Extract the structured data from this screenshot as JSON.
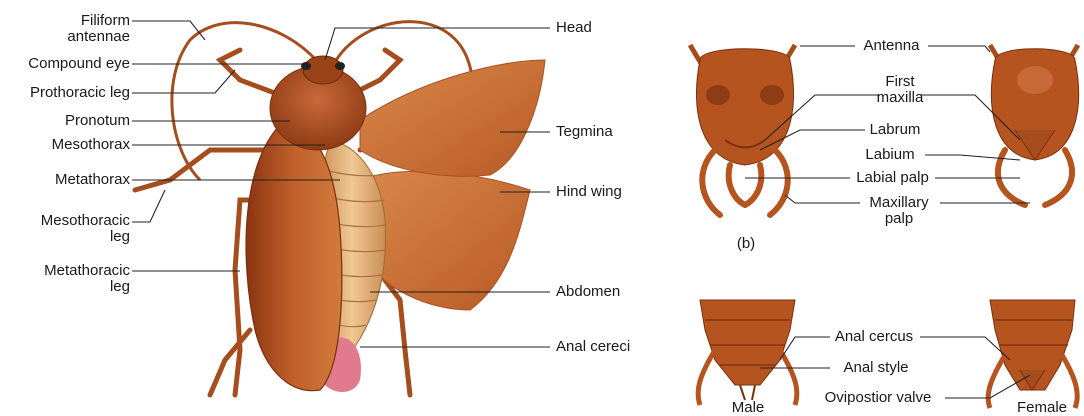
{
  "labels": {
    "filiform_antennae": "Filiform\nantennae",
    "compound_eye": "Compound eye",
    "prothoracic_leg": "Prothoracic leg",
    "pronotum": "Pronotum",
    "mesothorax": "Mesothorax",
    "metathorax": "Metathorax",
    "mesothoracic_leg": "Mesothoracic\nleg",
    "metathoracic_leg": "Metathoracic\nleg",
    "head": "Head",
    "tegmina": "Tegmina",
    "hind_wing": "Hind wing",
    "abdomen": "Abdomen",
    "anal_cereci": "Anal cereci",
    "antenna": "Antenna",
    "first_maxilla": "First\nmaxilla",
    "labrum": "Labrum",
    "labium": "Labium",
    "labial_palp": "Labial palp",
    "maxillary_palp": "Maxillary\npalp",
    "panel_b": "(b)",
    "anal_cercus": "Anal cercus",
    "anal_style": "Anal style",
    "ovipostior_valve": "Ovipostior valve",
    "male": "Male",
    "female": "Female"
  },
  "colors": {
    "body": "#b5541f",
    "body_dark": "#8a3a12",
    "wing": "#d07a3c",
    "abdomen": "#e4b47c",
    "pink": "#e07a8c",
    "leader_line": "#222222"
  }
}
